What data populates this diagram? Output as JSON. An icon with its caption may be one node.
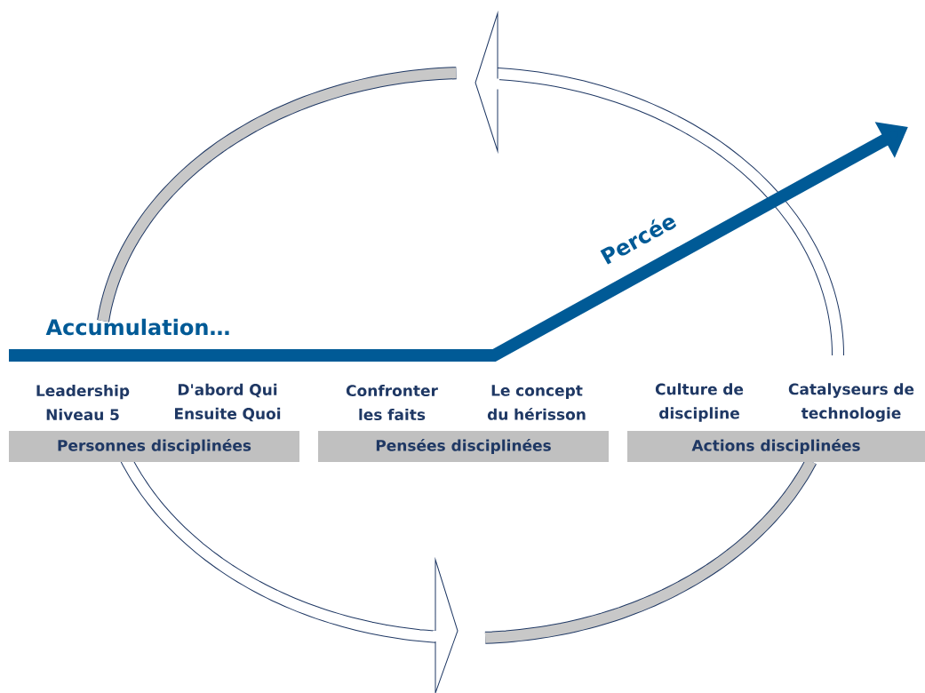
{
  "diagram": {
    "nodes": [
      {
        "text": [
          "Personnes disciplinées"
        ],
        "beside": [
          "Leadership Niveau 5",
          "D'abord Qui Ensuite Quoi"
        ]
      },
      {
        "text": [
          "Pensées disciplinées"
        ],
        "beside": [
          "Confronter les faits",
          "Le concept du hérisson"
        ]
      },
      {
        "text": [
          "Actions disciplinées"
        ],
        "beside": [
          "Culture de discipline",
          "Catalyseurs de technologie"
        ]
      }
    ],
    "labels": [
      "Accumulation…",
      "Percée"
    ]
  }
}
